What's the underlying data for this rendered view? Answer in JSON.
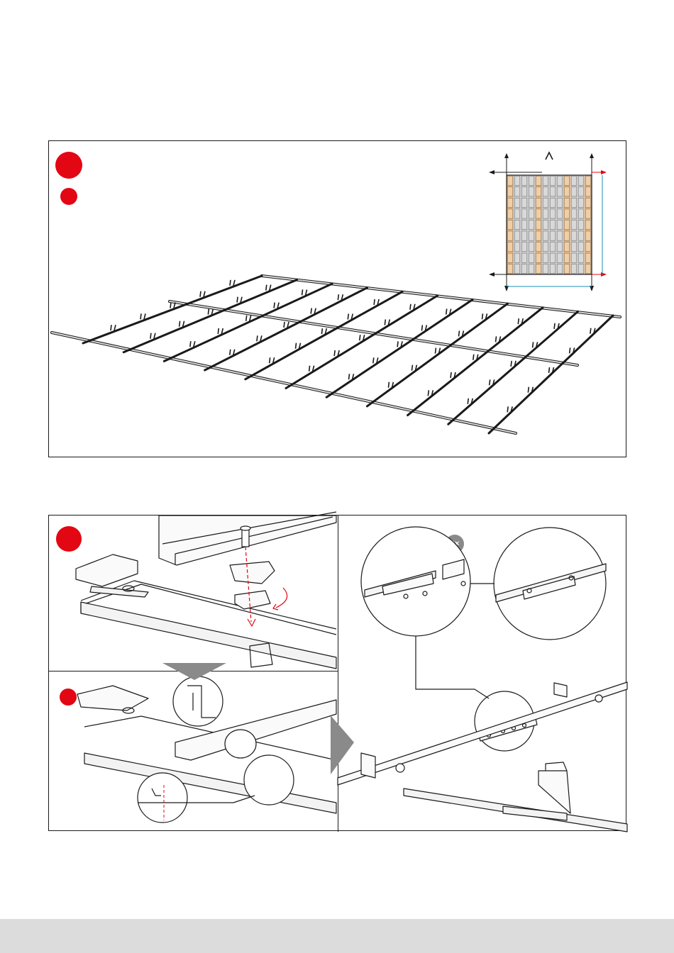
{
  "page": {
    "background": "#ffffff",
    "footer_color": "#dcdcdc"
  },
  "colors": {
    "accent_red": "#e30613",
    "line": "#1a1a1a",
    "panel_orange": "#e8b27a",
    "panel_grey": "#c9c9c9",
    "connector_badge": "#8a8a8a"
  },
  "step_top": {
    "badge_main": "",
    "badge_sub": "",
    "layout_diagram": {
      "north_marker_icon": "north-arrow-icon",
      "columns": 12,
      "rows": 9
    }
  },
  "step_bottom": {
    "badge_a": "",
    "badge_b": "",
    "badge_c": "",
    "connector_count": "2×"
  }
}
